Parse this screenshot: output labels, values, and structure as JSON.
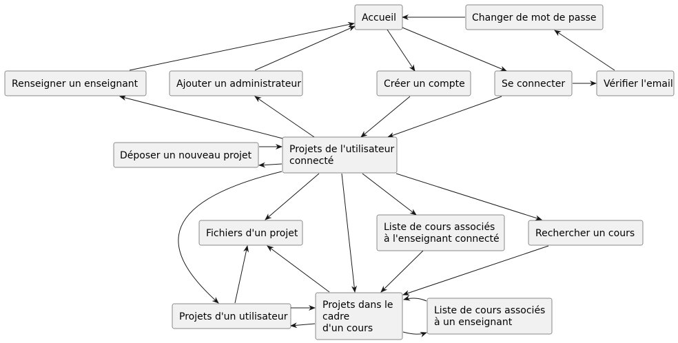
{
  "diagram": {
    "nodes": {
      "accueil": {
        "lines": [
          "Accueil"
        ]
      },
      "changer_mdp": {
        "lines": [
          "Changer de mot de passe"
        ]
      },
      "renseigner": {
        "lines": [
          "Renseigner un enseignant"
        ]
      },
      "ajouter_admin": {
        "lines": [
          "Ajouter un administrateur"
        ]
      },
      "creer_compte": {
        "lines": [
          "Créer un compte"
        ]
      },
      "se_connecter": {
        "lines": [
          "Se connecter"
        ]
      },
      "verifier_email": {
        "lines": [
          "Vérifier l'email"
        ]
      },
      "deposer": {
        "lines": [
          "Déposer un nouveau projet"
        ]
      },
      "projets_user_connecte": {
        "lines": [
          "Projets de l'utilisateur",
          "connecté"
        ]
      },
      "fichiers": {
        "lines": [
          "Fichiers d'un projet"
        ]
      },
      "liste_cours_connecte": {
        "lines": [
          "Liste de cours associés",
          "à l'enseignant connecté"
        ]
      },
      "rechercher": {
        "lines": [
          "Rechercher un cours"
        ]
      },
      "projets_user": {
        "lines": [
          "Projets d'un utilisateur"
        ]
      },
      "projets_cours": {
        "lines": [
          "Projets dans le",
          "cadre",
          "d'un cours"
        ]
      },
      "liste_cours_ens": {
        "lines": [
          "Liste de cours associés",
          "à un enseignant"
        ]
      }
    },
    "edges": [
      {
        "from": "changer_mdp",
        "to": "accueil"
      },
      {
        "from": "renseigner",
        "to": "accueil"
      },
      {
        "from": "ajouter_admin",
        "to": "accueil"
      },
      {
        "from": "accueil",
        "to": "creer_compte"
      },
      {
        "from": "accueil",
        "to": "se_connecter"
      },
      {
        "from": "se_connecter",
        "to": "verifier_email"
      },
      {
        "from": "verifier_email",
        "to": "changer_mdp"
      },
      {
        "from": "creer_compte",
        "to": "projets_user_connecte"
      },
      {
        "from": "se_connecter",
        "to": "projets_user_connecte"
      },
      {
        "from": "projets_user_connecte",
        "to": "renseigner"
      },
      {
        "from": "projets_user_connecte",
        "to": "ajouter_admin"
      },
      {
        "from": "deposer",
        "to": "projets_user_connecte"
      },
      {
        "from": "projets_user_connecte",
        "to": "deposer"
      },
      {
        "from": "projets_user_connecte",
        "to": "fichiers"
      },
      {
        "from": "projets_user_connecte",
        "to": "liste_cours_connecte"
      },
      {
        "from": "projets_user_connecte",
        "to": "rechercher"
      },
      {
        "from": "projets_user_connecte",
        "to": "projets_user"
      },
      {
        "from": "projets_user_connecte",
        "to": "projets_cours"
      },
      {
        "from": "projets_user",
        "to": "fichiers"
      },
      {
        "from": "projets_cours",
        "to": "fichiers"
      },
      {
        "from": "liste_cours_connecte",
        "to": "projets_cours"
      },
      {
        "from": "rechercher",
        "to": "projets_cours"
      },
      {
        "from": "projets_user",
        "to": "projets_cours"
      },
      {
        "from": "projets_cours",
        "to": "projets_user"
      },
      {
        "from": "projets_cours",
        "to": "liste_cours_ens"
      },
      {
        "from": "liste_cours_ens",
        "to": "projets_cours"
      }
    ]
  }
}
